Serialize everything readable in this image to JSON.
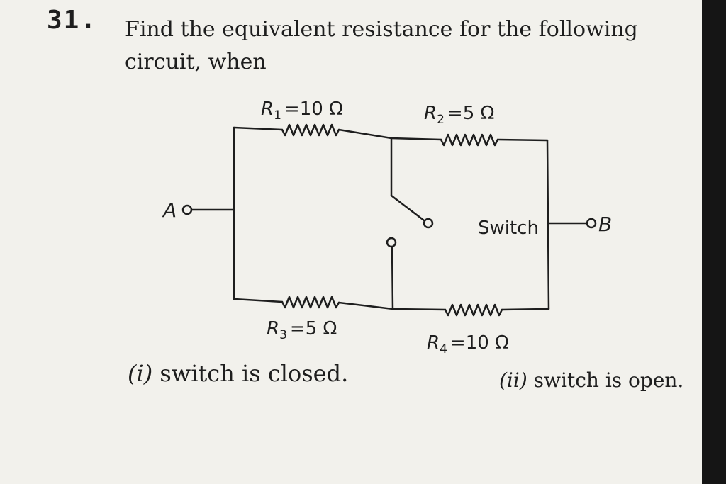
{
  "question": {
    "number": "31.",
    "line1": "Find the equivalent resistance for the following",
    "line2": "circuit, when"
  },
  "circuit": {
    "terminal_a": "A",
    "terminal_b": "B",
    "switch_label": "Switch",
    "resistors": [
      {
        "symbol": "R",
        "sub": "1",
        "value": "=10 Ω"
      },
      {
        "symbol": "R",
        "sub": "2",
        "value": "=5 Ω"
      },
      {
        "symbol": "R",
        "sub": "3",
        "value": "=5 Ω"
      },
      {
        "symbol": "R",
        "sub": "4",
        "value": "=10 Ω"
      }
    ]
  },
  "parts": [
    {
      "marker": "(i)",
      "text": " switch is closed."
    },
    {
      "marker": "(ii)",
      "text": " switch is open."
    }
  ]
}
